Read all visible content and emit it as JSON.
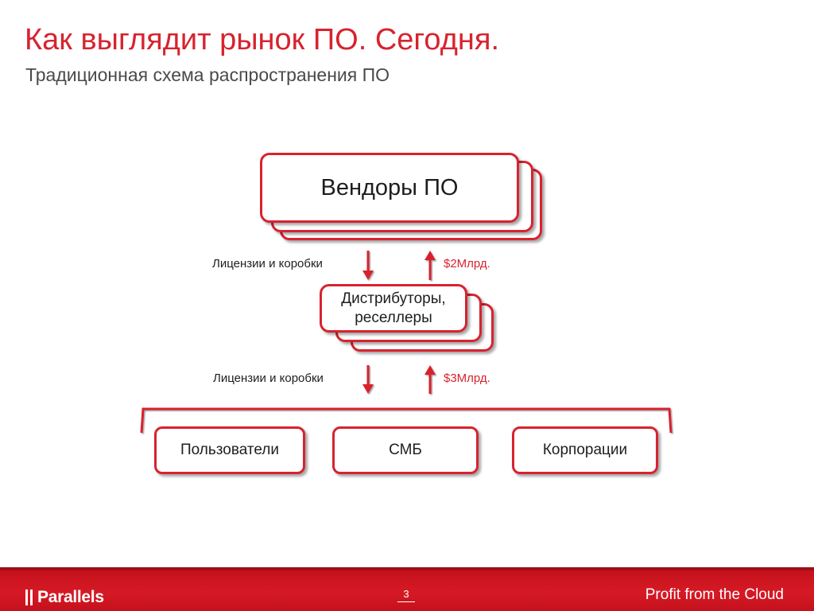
{
  "header": {
    "title": "Как выглядит рынок ПО. Сегодня.",
    "subtitle": "Традиционная схема распространения ПО"
  },
  "diagram": {
    "vendors": "Вендоры ПО",
    "distributors_line1": "Дистрибуторы,",
    "distributors_line2": "реселлеры",
    "flow_top": {
      "down_label": "Лицензии и коробки",
      "up_amount": "$2Млрд."
    },
    "flow_bottom": {
      "down_label": "Лицензии и коробки",
      "up_amount": "$3Млрд."
    },
    "customers": [
      "Пользователи",
      "СМБ",
      "Корпорации"
    ]
  },
  "footer": {
    "logo": "Parallels",
    "page_number": "3",
    "tagline": "Profit from the Cloud"
  },
  "colors": {
    "accent": "#d7232f",
    "footer_bar": "#c4111c"
  }
}
